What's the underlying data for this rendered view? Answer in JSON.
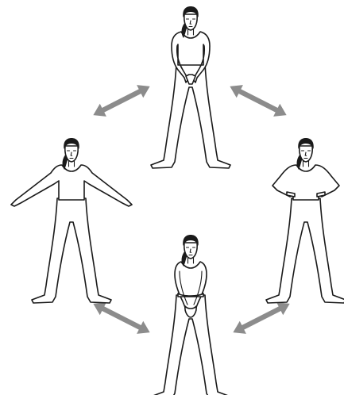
{
  "illustration": {
    "figures": [
      {
        "id": "top",
        "pose": "hands-together-down"
      },
      {
        "id": "left",
        "pose": "arms-out-low"
      },
      {
        "id": "right",
        "pose": "hands-on-hips"
      },
      {
        "id": "bottom",
        "pose": "hands-clasped-down"
      }
    ],
    "arrows": [
      {
        "between": [
          "left",
          "top"
        ]
      },
      {
        "between": [
          "top",
          "right"
        ]
      },
      {
        "between": [
          "left",
          "bottom"
        ]
      },
      {
        "between": [
          "bottom",
          "right"
        ]
      }
    ],
    "colors": {
      "line": "#1a1a1a",
      "hair": "#1a1a1a",
      "arrow": "#8c8c8c",
      "background": "#ffffff"
    }
  }
}
